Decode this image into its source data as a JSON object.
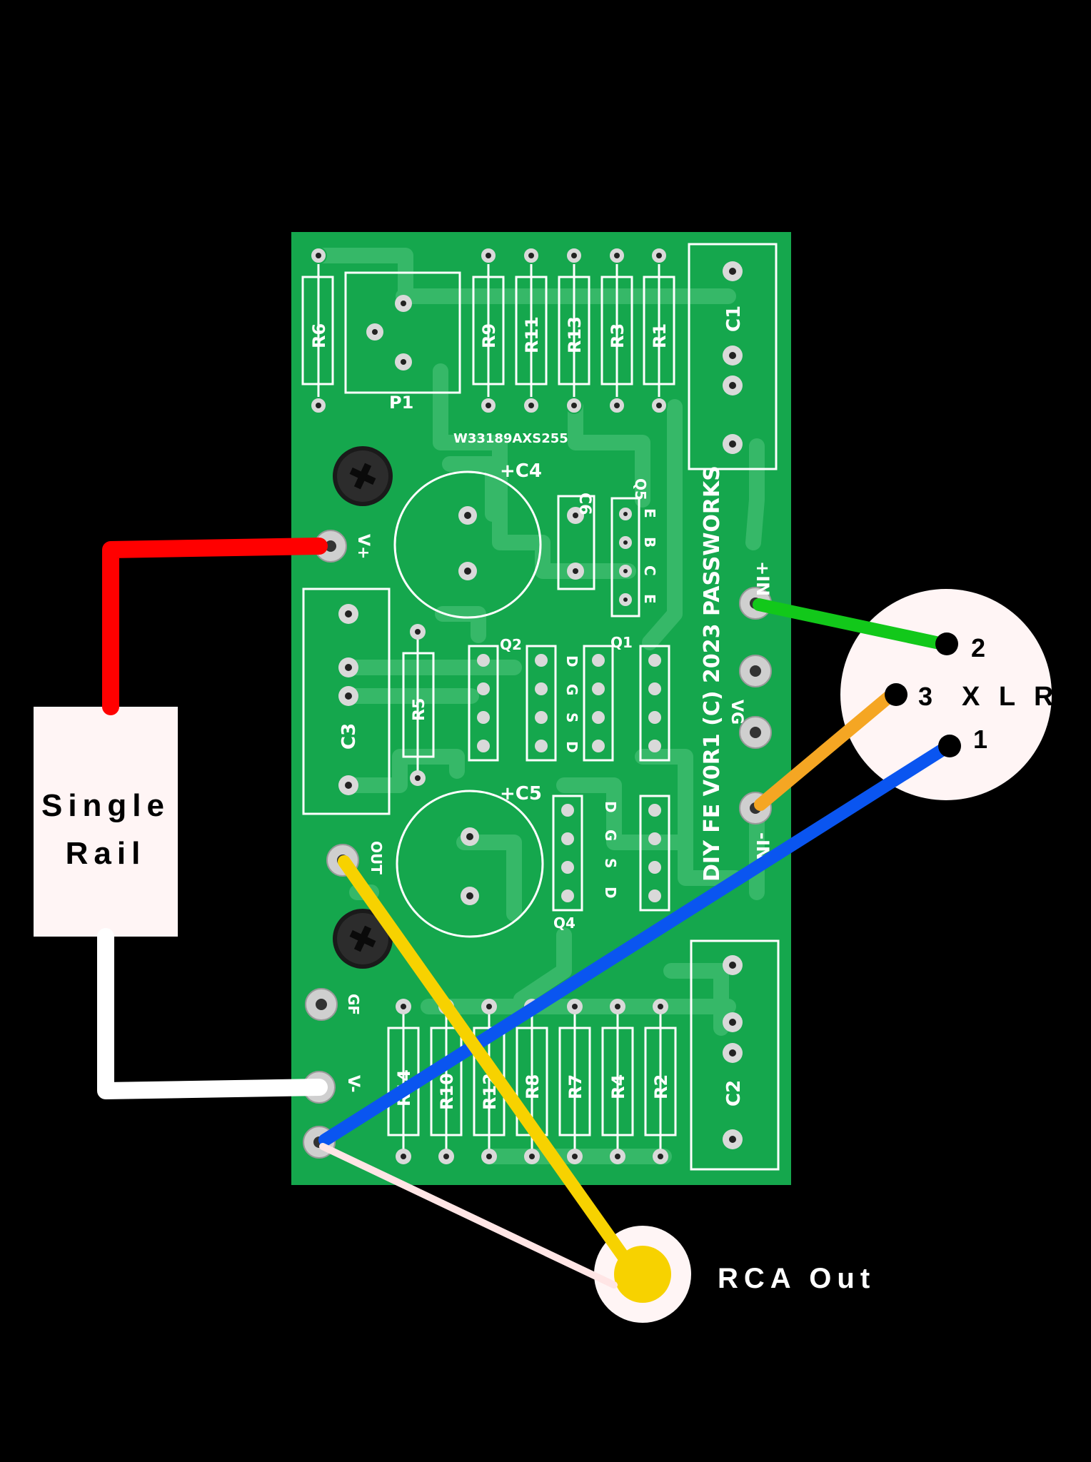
{
  "board": {
    "title": "DIY FE V0R1 (C) 2023 PASSWORKS",
    "serial": "W33189AXS255",
    "color": "#15a74d",
    "components": {
      "top_resistors": [
        "R6",
        "R9",
        "R11",
        "R13",
        "R3",
        "R1"
      ],
      "bottom_resistors": [
        "R14",
        "R10",
        "R12",
        "R8",
        "R7",
        "R4",
        "R2"
      ],
      "pot": "P1",
      "caps": [
        "C1",
        "C2",
        "C3",
        "+C4",
        "+C5",
        "C6"
      ],
      "fets": [
        "Q1",
        "Q2",
        "Q4"
      ],
      "bjt": "Q5",
      "r5": "R5",
      "fet_pins": [
        "D",
        "G",
        "S",
        "D"
      ],
      "bjt_pins": [
        "E",
        "B",
        "C",
        "E"
      ]
    },
    "pads": {
      "v_plus": "V+",
      "v_minus": "V-",
      "out": "OUT",
      "gf": "GF",
      "plus_in": "+IN",
      "minus_in": "-IN",
      "vg": "VG"
    }
  },
  "external": {
    "power_box_label_line1": "Single",
    "power_box_label_line2": "Rail",
    "xlr_label": "X L R",
    "xlr_pins": [
      "2",
      "3",
      "1"
    ],
    "rca_label": "RCA Out"
  },
  "wires": [
    {
      "name": "wire-red-v-plus",
      "color": "#ff0000"
    },
    {
      "name": "wire-white-v-minus",
      "color": "#ffffff"
    },
    {
      "name": "wire-green-xlr-2",
      "color": "#12c81a"
    },
    {
      "name": "wire-orange-xlr-3",
      "color": "#f5a623"
    },
    {
      "name": "wire-blue-xlr-1",
      "color": "#0a55f0"
    },
    {
      "name": "wire-yellow-out",
      "color": "#f7d200"
    },
    {
      "name": "wire-pink-ground",
      "color": "#ffe5e5"
    }
  ]
}
